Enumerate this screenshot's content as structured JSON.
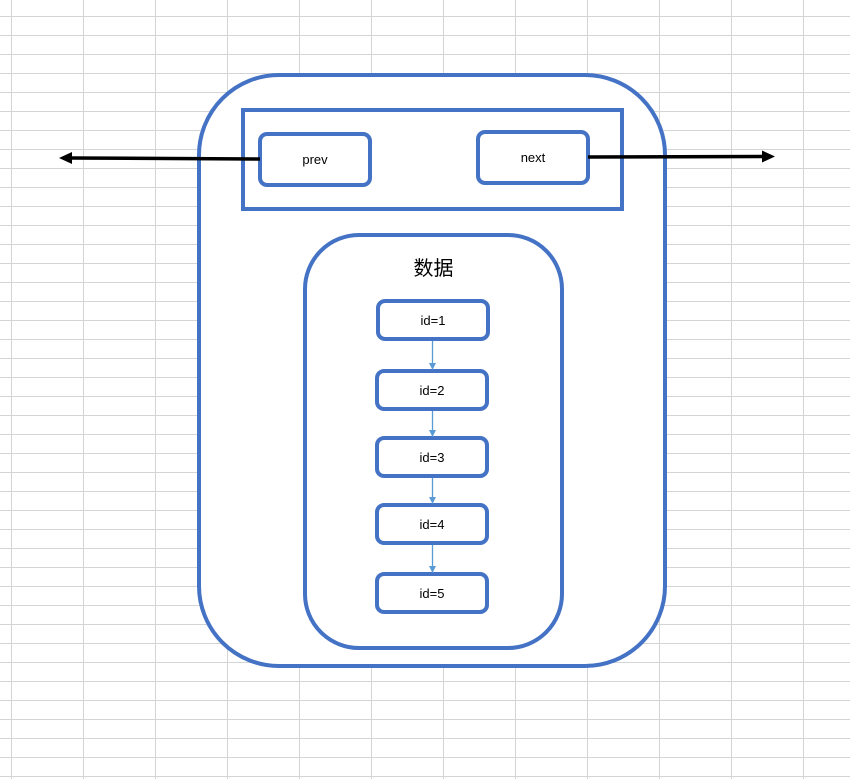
{
  "diagram": {
    "type": "linked-list-page-structure",
    "pointers": {
      "prev_label": "prev",
      "next_label": "next"
    },
    "data_section": {
      "title": "数据",
      "records": [
        {
          "label": "id=1"
        },
        {
          "label": "id=2"
        },
        {
          "label": "id=3"
        },
        {
          "label": "id=4"
        },
        {
          "label": "id=5"
        }
      ]
    },
    "colors": {
      "shape_border": "#4472C4",
      "connector": "#5B9BD5",
      "pointer_arrow": "#000000",
      "grid": "#d4d4d4"
    }
  }
}
